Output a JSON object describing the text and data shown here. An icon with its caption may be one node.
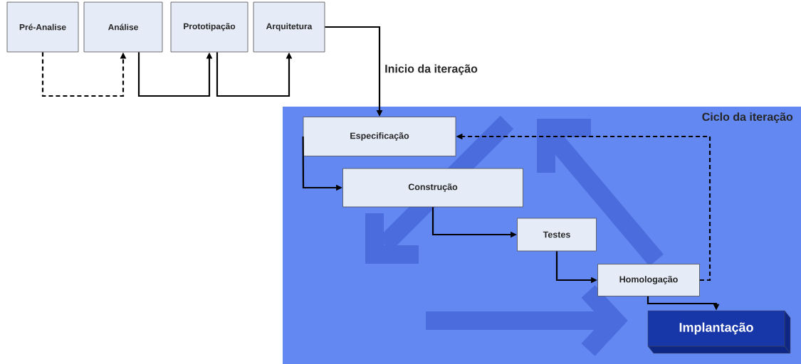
{
  "diagram": {
    "nodes": [
      {
        "text": [
          "Pré-Analise"
        ]
      },
      {
        "text": [
          "Análise"
        ]
      },
      {
        "text": [
          "Prototipação"
        ]
      },
      {
        "text": [
          "Arquitetura"
        ]
      },
      {
        "text": [
          "Ciclo da iteração"
        ]
      },
      {
        "text": [
          "Especificação"
        ],
        "in": 4
      },
      {
        "text": [
          "Construção"
        ],
        "in": 4
      },
      {
        "text": [
          "Testes"
        ],
        "in": 4
      },
      {
        "text": [
          "Homologação"
        ],
        "in": 4
      },
      {
        "text": [
          "Implantação"
        ],
        "in": 4
      }
    ],
    "edges": [
      {
        "from": 0,
        "to": 1,
        "arrow": "to",
        "style": "dashed"
      },
      {
        "from": 1,
        "to": 2,
        "arrow": "to"
      },
      {
        "from": 2,
        "to": 3,
        "arrow": "to"
      },
      {
        "from": 3,
        "to": 5,
        "arrow": "to",
        "label": "Inicio da iteração"
      },
      {
        "from": 5,
        "to": 6,
        "arrow": "to"
      },
      {
        "from": 6,
        "to": 7,
        "arrow": "to"
      },
      {
        "from": 7,
        "to": 8,
        "arrow": "to"
      },
      {
        "from": 8,
        "to": 5,
        "arrow": "to",
        "style": "dashed"
      },
      {
        "from": 8,
        "to": 9,
        "arrow": "to"
      }
    ]
  }
}
